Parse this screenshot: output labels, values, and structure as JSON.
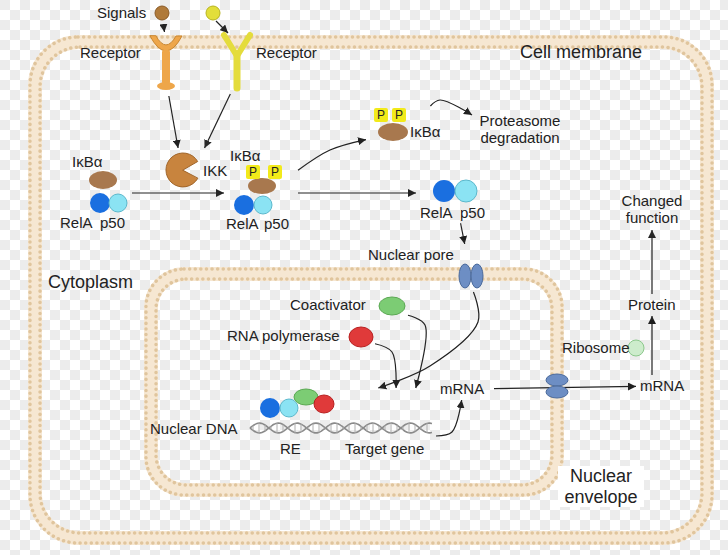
{
  "diagram": {
    "nodes": [
      {
        "text": [
          "Cell membrane",
          "Cytoplasm"
        ]
      },
      {
        "text": [
          "Nuclear envelope"
        ],
        "in": 0
      },
      {
        "text": [
          "Signals"
        ]
      },
      {
        "text": [
          "Receptor"
        ],
        "in": 0
      },
      {
        "text": [
          "Receptor"
        ],
        "in": 0
      },
      {
        "text": [
          "IKK"
        ],
        "in": 0
      },
      {
        "text": [
          "IκBα",
          "RelA",
          "p50"
        ],
        "in": 0
      },
      {
        "text": [
          "P",
          "P",
          "IκBα",
          "RelA",
          "p50"
        ],
        "in": 0
      },
      {
        "text": [
          "P",
          "P",
          "IκBα"
        ],
        "in": 0
      },
      {
        "text": [
          "Proteasome degradation"
        ],
        "in": 0
      },
      {
        "text": [
          "RelA",
          "p50"
        ],
        "in": 0
      },
      {
        "text": [
          "Nuclear pore"
        ],
        "in": 0
      },
      {
        "text": [
          "Coactivator"
        ],
        "in": 1
      },
      {
        "text": [
          "RNA polymerase"
        ],
        "in": 1
      },
      {
        "text": [
          "Nuclear DNA",
          "RE",
          "Target gene"
        ],
        "in": 1
      },
      {
        "text": [
          "mRNA"
        ],
        "in": 1
      },
      {
        "text": [
          "mRNA"
        ],
        "in": 0
      },
      {
        "text": [
          "Ribosome"
        ],
        "in": 0
      },
      {
        "text": [
          "Protein"
        ],
        "in": 0
      },
      {
        "text": [
          "Changed function"
        ],
        "in": 0
      }
    ],
    "edges": [
      {
        "from": 2,
        "to": 3,
        "arrow": "to"
      },
      {
        "from": 3,
        "to": 5,
        "arrow": "to"
      },
      {
        "from": 4,
        "to": 5,
        "arrow": "to"
      },
      {
        "from": 6,
        "to": 7,
        "arrow": "to"
      },
      {
        "from": 7,
        "to": 8,
        "arrow": "to"
      },
      {
        "from": 8,
        "to": 9,
        "arrow": "to"
      },
      {
        "from": 7,
        "to": 10,
        "arrow": "to"
      },
      {
        "from": 10,
        "to": 11,
        "arrow": "to"
      },
      {
        "from": 11,
        "to": 14,
        "arrow": "to"
      },
      {
        "from": 12,
        "to": 14,
        "arrow": "to"
      },
      {
        "from": 13,
        "to": 14,
        "arrow": "to"
      },
      {
        "from": 14,
        "to": 15,
        "arrow": "to"
      },
      {
        "from": 15,
        "to": 16,
        "arrow": "to"
      },
      {
        "from": 16,
        "to": 18,
        "arrow": "to"
      },
      {
        "from": 18,
        "to": 19,
        "arrow": "to"
      }
    ]
  }
}
